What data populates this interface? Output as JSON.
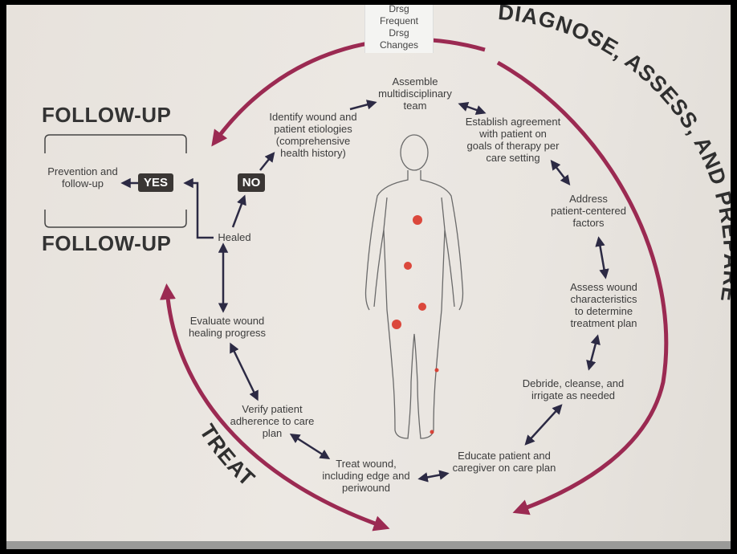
{
  "stages": {
    "follow_up_top": "FOLLOW-UP",
    "follow_up_bottom": "FOLLOW-UP",
    "diagnose": "DIAGNOSE, ASSESS, AND PREPARE",
    "treat": "TREAT"
  },
  "note_lines": [
    "Drsg",
    "Frequent",
    "Drsg",
    "Changes"
  ],
  "badges": {
    "yes": "YES",
    "no": "NO"
  },
  "labels": {
    "prevention": "Prevention and\nfollow-up",
    "healed": "Healed",
    "identify": "Identify wound and\npatient etiologies\n(comprehensive\nhealth history)",
    "assemble": "Assemble\nmultidisciplinary\nteam",
    "establish": "Establish agreement\nwith patient on\ngoals of therapy per\ncare setting",
    "address": "Address\npatient-centered\nfactors",
    "assess": "Assess wound\ncharacteristics\nto determine\ntreatment plan",
    "debride": "Debride, cleanse, and\nirrigate as needed",
    "educate": "Educate patient and\ncaregiver on care plan",
    "treat_wound": "Treat wound,\nincluding edge and\nperiwound",
    "verify": "Verify patient\nadherence to care\nplan",
    "evaluate": "Evaluate wound\nhealing progress"
  },
  "colors": {
    "cycle_arc": "#9b2a52",
    "step_arrow": "#2c2a44",
    "badge": "#3a3634",
    "wound_dot": "#d9362a"
  }
}
